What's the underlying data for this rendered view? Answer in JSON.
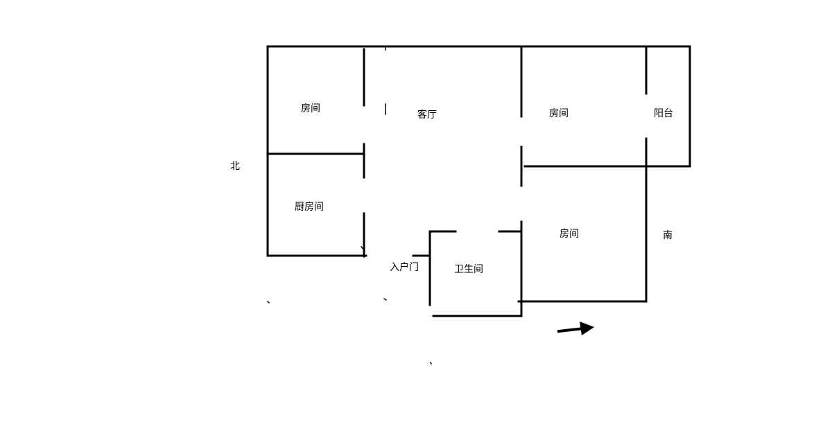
{
  "labels": {
    "room_top_left": "房间",
    "living_room": "客厅",
    "room_top_right": "房间",
    "balcony": "阳台",
    "north": "北",
    "kitchen": "厨房间",
    "room_bottom_right": "房间",
    "south": "南",
    "entrance_door": "入户门",
    "bathroom": "卫生间"
  },
  "icons": {
    "direction_arrow": "arrow-right-icon"
  },
  "colors": {
    "wall": "#000000",
    "background": "#ffffff"
  }
}
